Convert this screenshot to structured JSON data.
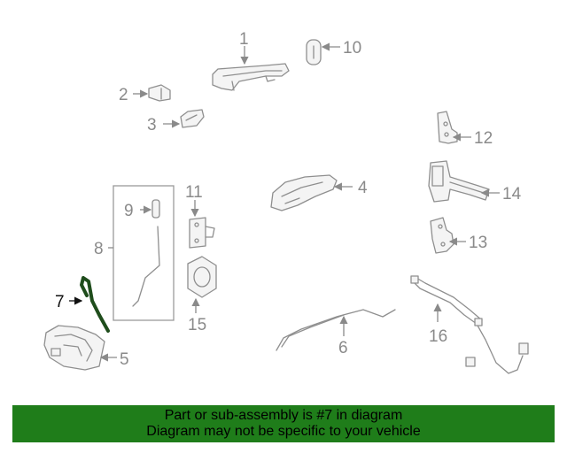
{
  "callouts": {
    "c1": "1",
    "c2": "2",
    "c3": "3",
    "c4": "4",
    "c5": "5",
    "c6": "6",
    "c7": "7",
    "c8": "8",
    "c9": "9",
    "c10": "10",
    "c11": "11",
    "c12": "12",
    "c13": "13",
    "c14": "14",
    "c15": "15",
    "c16": "16"
  },
  "highlight_color": "#1f4d1c",
  "banner": {
    "line1": "Part or sub-assembly is #7 in diagram",
    "line2": "Diagram may not be specific to your vehicle",
    "background": "#1f7d1a"
  }
}
